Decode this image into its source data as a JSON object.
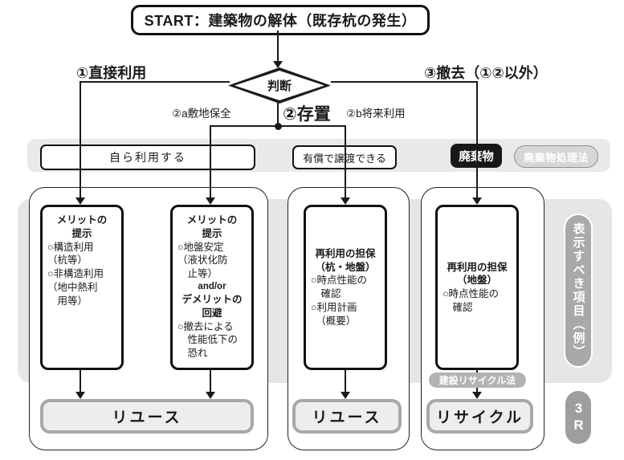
{
  "colors": {
    "line_black": "#1a1a1a",
    "band_gray": "#e9e9e9",
    "region_gray": "#e6e6e6",
    "outcome_border_gray": "#a8a8a8",
    "outcome_fill_gray": "#ededed",
    "pill_gray": "#b3b3b3",
    "side_pill_gray": "#a9a9a9",
    "waste_black": "#181818"
  },
  "start": {
    "label": "START：建築物の解体（既存杭の発生）"
  },
  "decision": {
    "label": "判断"
  },
  "branches": {
    "direct_use": "①直接利用",
    "retain": "②存置",
    "retain_a": "②a敷地保全",
    "retain_b": "②b将来利用",
    "removal": "③撤去（①②以外）"
  },
  "band": {
    "self_use": "自ら利用する",
    "paid_transfer": "有償で譲渡できる",
    "waste": "廃棄物",
    "waste_law": "廃棄物処理法"
  },
  "detail_boxes": {
    "merit_structural": {
      "lines": [
        {
          "t": "メリットの",
          "s": "h"
        },
        {
          "t": "提示",
          "s": "h"
        },
        {
          "t": "○構造利用",
          "s": "b"
        },
        {
          "t": "（杭等）",
          "s": "b"
        },
        {
          "t": "○非構造利用",
          "s": "b"
        },
        {
          "t": "（地中熱利",
          "s": "b"
        },
        {
          "t": "　用等）",
          "s": "b"
        }
      ]
    },
    "merit_ground": {
      "lines": [
        {
          "t": "メリットの",
          "s": "h"
        },
        {
          "t": "提示",
          "s": "h"
        },
        {
          "t": "○地盤安定",
          "s": "b"
        },
        {
          "t": "（液状化防",
          "s": "b"
        },
        {
          "t": "　止等）",
          "s": "b"
        },
        {
          "t": "and/or",
          "s": "a"
        },
        {
          "t": "デメリットの",
          "s": "h"
        },
        {
          "t": "回避",
          "s": "h"
        },
        {
          "t": "○撤去による",
          "s": "b"
        },
        {
          "t": "　性能低下の",
          "s": "b"
        },
        {
          "t": "　恐れ",
          "s": "b"
        }
      ]
    },
    "reuse_security_pile_ground": {
      "lines": [
        {
          "t": "再利用の担保",
          "s": "h"
        },
        {
          "t": "（杭・地盤）",
          "s": "h"
        },
        {
          "t": "○時点性能の",
          "s": "b"
        },
        {
          "t": "　確認",
          "s": "b"
        },
        {
          "t": "○利用計画",
          "s": "b"
        },
        {
          "t": "　（概要）",
          "s": "b"
        }
      ]
    },
    "reuse_security_ground": {
      "lines": [
        {
          "t": "再利用の担保",
          "s": "h"
        },
        {
          "t": "（地盤）",
          "s": "h"
        },
        {
          "t": "○時点性能の",
          "s": "b"
        },
        {
          "t": "　確認",
          "s": "b"
        }
      ]
    }
  },
  "outcomes": {
    "reuse_1": "リユース",
    "reuse_2": "リユース",
    "recycle": "リサイクル"
  },
  "side": {
    "display_items": "表示すべき項目（例）",
    "recycle_law": "建設リサイクル法",
    "three_r": "3R"
  }
}
